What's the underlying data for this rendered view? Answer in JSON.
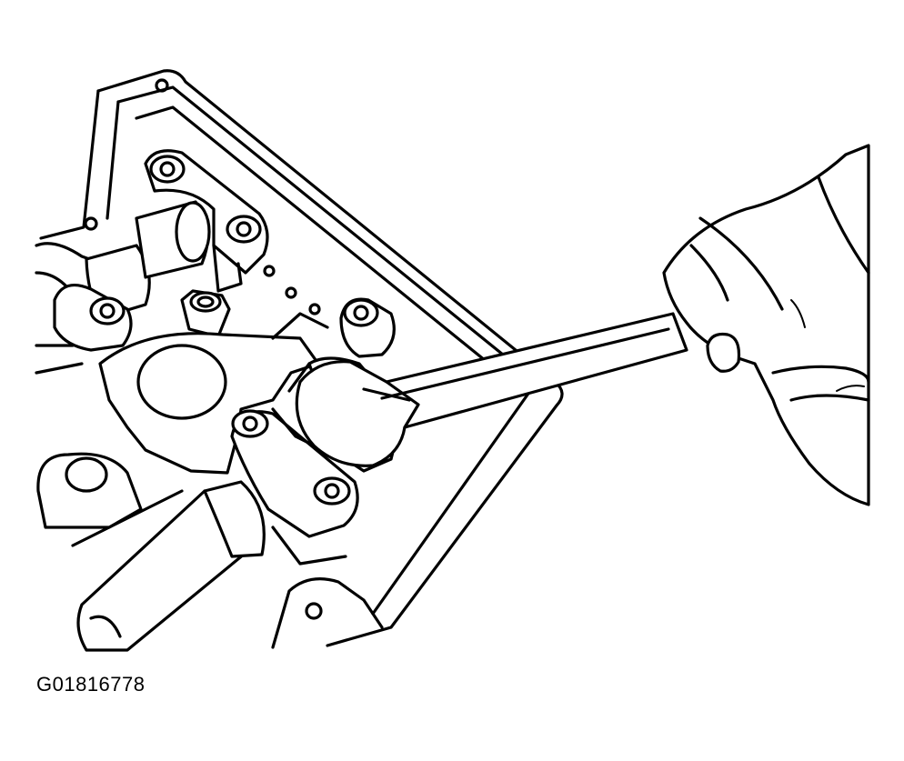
{
  "figure": {
    "id": "G01816778",
    "colors": {
      "ink": "#000000",
      "paper": "#ffffff"
    },
    "parts": [
      "cylinder-head-cover-flange",
      "camshaft-left",
      "camshaft-right",
      "camshaft-bearing-cap",
      "cap-bolt",
      "wrench",
      "hand"
    ]
  }
}
